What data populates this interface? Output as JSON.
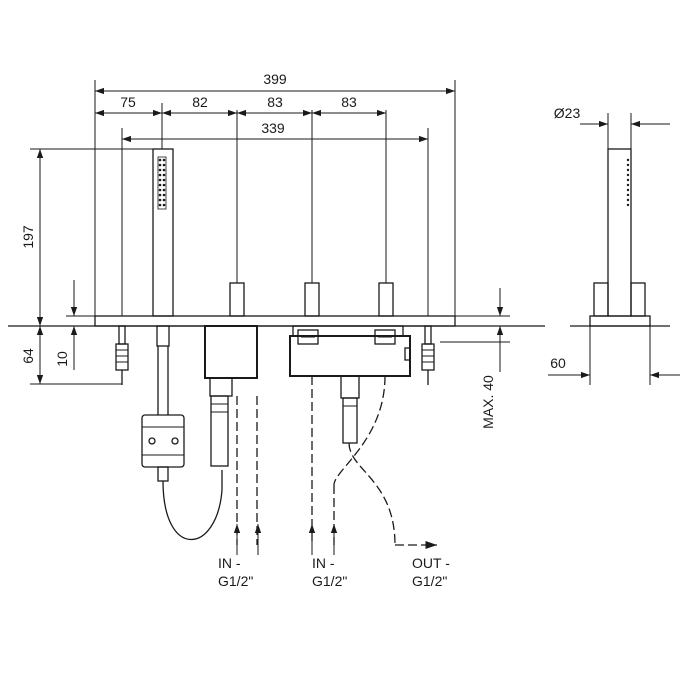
{
  "dimensions": {
    "overall_width": "399",
    "seg_75": "75",
    "seg_82": "82",
    "seg_83a": "83",
    "seg_83b": "83",
    "inner_width": "339",
    "height_above": "197",
    "height_below": "64",
    "depth_small": "10",
    "max_deck": "MAX. 40",
    "hand_diameter": "Ø23",
    "side_depth": "60"
  },
  "connections": {
    "in_1_label": "IN -",
    "in_1_thread": "G1/2\"",
    "in_2_label": "IN -",
    "in_2_thread": "G1/2\"",
    "out_label": "OUT -",
    "out_thread": "G1/2\""
  },
  "colors": {
    "line": "#1a1a1a",
    "background": "#ffffff"
  }
}
